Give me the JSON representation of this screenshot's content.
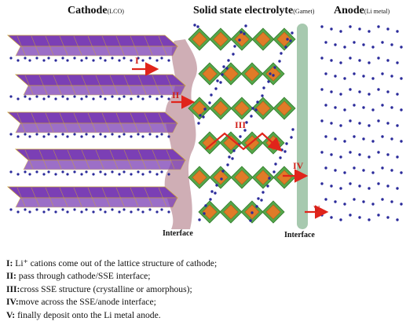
{
  "headers": {
    "cathode": {
      "title": "Cathode",
      "sub": "(LCO)"
    },
    "electrolyte": {
      "title": "Solid state electrolyte",
      "sub": "(Garnet)"
    },
    "anode": {
      "title": "Anode",
      "sub": "(Li metal)"
    }
  },
  "interfaces": {
    "left": "Interface",
    "right": "Interface"
  },
  "route_labels": {
    "r1": "I",
    "r2": "II",
    "r3": "III",
    "r4": "IV",
    "r5": "V"
  },
  "colors": {
    "cathode_layer": "#7b3fb5",
    "cathode_edge": "#c9a23a",
    "li_ion": "#2a2a9a",
    "garnet_octa": "#e07b28",
    "garnet_frame": "#55a64a",
    "interface_left": "#c7a0a8",
    "interface_right": "#9dc3a6",
    "route": "#e0241b"
  },
  "legend": [
    {
      "key": "I:",
      "text": " Li⁺ cations come out of the lattice structure of cathode;"
    },
    {
      "key": "II:",
      "text": " pass through cathode/SSE interface;"
    },
    {
      "key": "III:",
      "text": "cross SSE structure (crystalline or amorphous);"
    },
    {
      "key": "IV:",
      "text": "move across the SSE/anode interface;"
    },
    {
      "key": "V:",
      "text": " finally deposit onto the Li metal anode."
    }
  ]
}
